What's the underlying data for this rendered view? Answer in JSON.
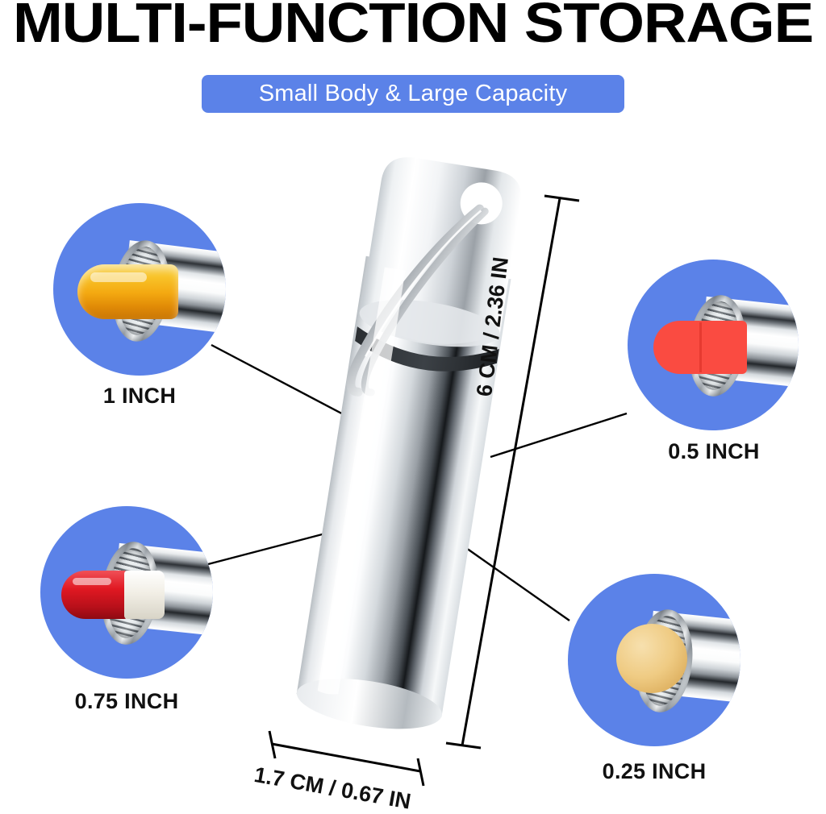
{
  "header": {
    "title": "MULTI-FUNCTION STORAGE",
    "subtitle": "Small Body & Large Capacity"
  },
  "colors": {
    "badge_background": "#5B82E8",
    "badge_text": "#FFFFFF",
    "circle_background": "#5B82E8",
    "title_text": "#000000",
    "label_text": "#111111",
    "leader_line": "#000000",
    "capsule_yellow": "#F5B318",
    "capsule_red": "#FA4B41",
    "capsule_dark_red": "#D51B24",
    "capsule_white": "#F2EFE6",
    "tablet_tan": "#EFCB83",
    "chrome_light": "#FFFFFF",
    "chrome_dark": "#23272B"
  },
  "callouts": [
    {
      "id": "one-inch",
      "label": "1 INCH",
      "pill_type": "softgel-capsule",
      "pill_color": "#F5B318",
      "position": "top-left"
    },
    {
      "id": "half-inch",
      "label": "0.5 INCH",
      "pill_type": "short-capsule",
      "pill_color": "#FA4B41",
      "position": "top-right"
    },
    {
      "id": "three-quarter-inch",
      "label": "0.75 INCH",
      "pill_type": "two-tone-capsule",
      "pill_color": "#D51B24",
      "position": "bottom-left"
    },
    {
      "id": "quarter-inch",
      "label": "0.25 INCH",
      "pill_type": "round-tablet",
      "pill_color": "#EFCB83",
      "position": "bottom-right"
    }
  ],
  "dimensions": {
    "height": "6 CM / 2.36 IN",
    "width": "1.7 CM / 0.67 IN"
  },
  "product": {
    "name": "stainless-steel-pill-holder-keychain",
    "parts": [
      "cap",
      "keyring",
      "o-ring-gasket",
      "body",
      "rounded-base"
    ]
  }
}
